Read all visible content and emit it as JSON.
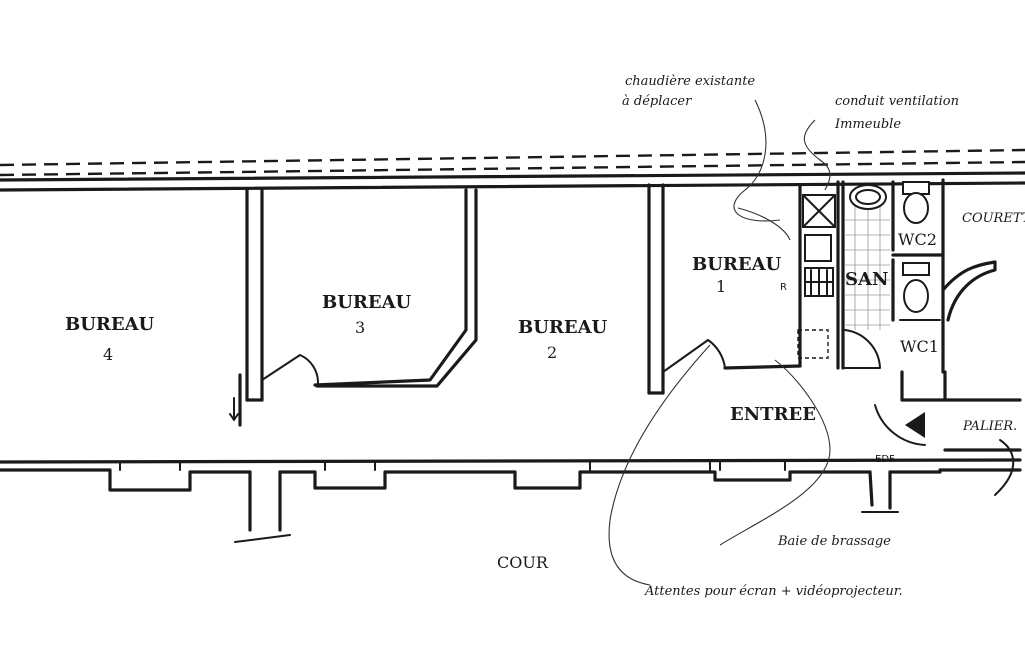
{
  "rooms": {
    "bureau4": {
      "name": "BUREAU",
      "number": "4"
    },
    "bureau3": {
      "name": "BUREAU",
      "number": "3"
    },
    "bureau2": {
      "name": "BUREAU",
      "number": "2"
    },
    "bureau1": {
      "name": "BUREAU",
      "number": "1"
    },
    "entree": "ENTREE",
    "san": "SAN",
    "wc2": "WC2",
    "wc1": "WC1",
    "courette": "COURETTE",
    "palier": "PALIER.",
    "cour": "COUR"
  },
  "annotations": {
    "chaudiere_line1": "chaudière existante",
    "chaudiere_line2": "à déplacer",
    "conduit_line1": "conduit ventilation",
    "conduit_line2": "Immeuble",
    "baie_brassage": "Baie de brassage",
    "attentes": "Attentes pour écran + vidéoprojecteur.",
    "edf": "EDF",
    "ri_mark": "R"
  }
}
